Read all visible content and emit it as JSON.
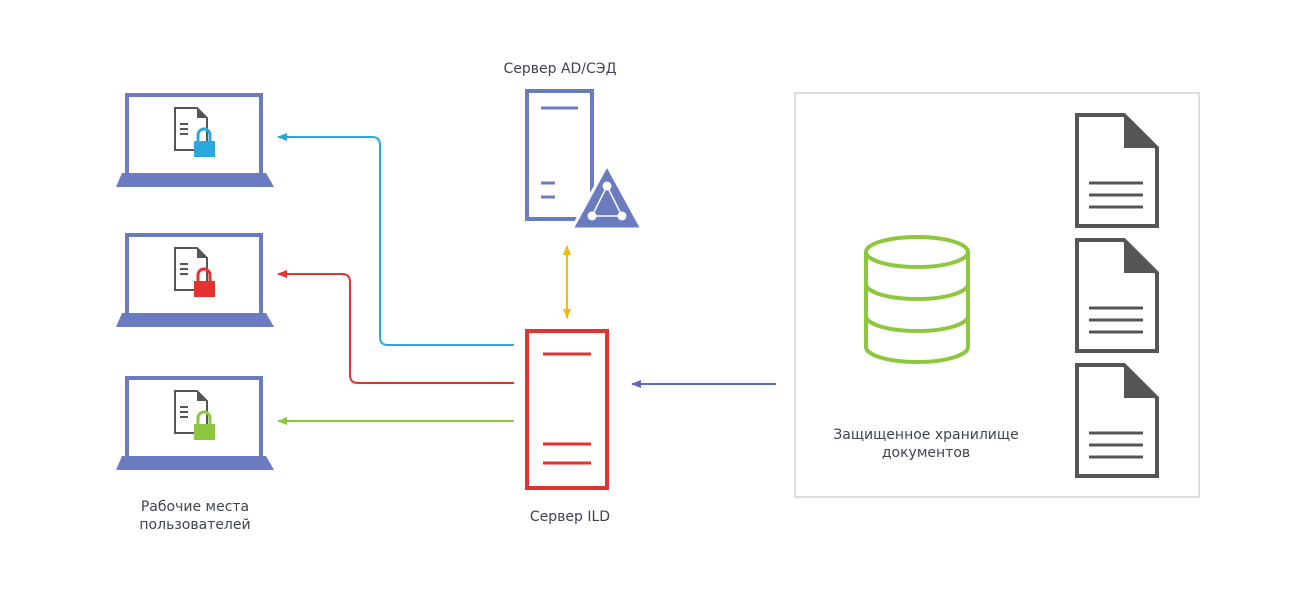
{
  "labels": {
    "ad_server": "Сервер AD/СЭД",
    "ild_server": "Сервер ILD",
    "workstations_line1": "Рабочие места",
    "workstations_line2": "пользователей",
    "storage_line1": "Защищенное хранилище",
    "storage_line2": "документов"
  },
  "colors": {
    "laptop": "#6b7bc0",
    "blue": "#2aa8dc",
    "red": "#e3322f",
    "green": "#8dc63f",
    "yellow": "#f2b915",
    "doc": "#555555",
    "storage_border": "#dddddd",
    "label": "#3f4453"
  },
  "workstations": [
    {
      "lock_color": "blue-lock"
    },
    {
      "lock_color": "red-lock"
    },
    {
      "lock_color": "green-lock"
    }
  ]
}
